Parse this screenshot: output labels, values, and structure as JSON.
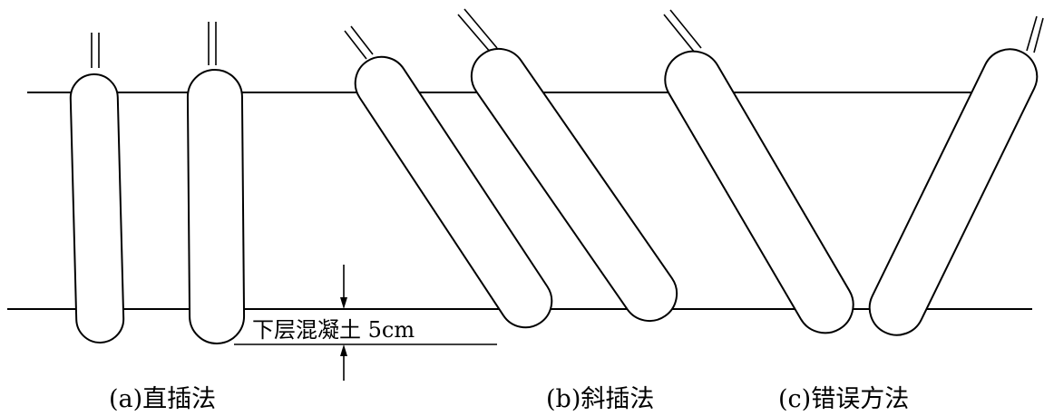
{
  "dimension_label": "下层混凝土 5cm",
  "captions": {
    "a": "(a)直插法",
    "b": "(b)斜插法",
    "c": "(c)错误方法"
  }
}
